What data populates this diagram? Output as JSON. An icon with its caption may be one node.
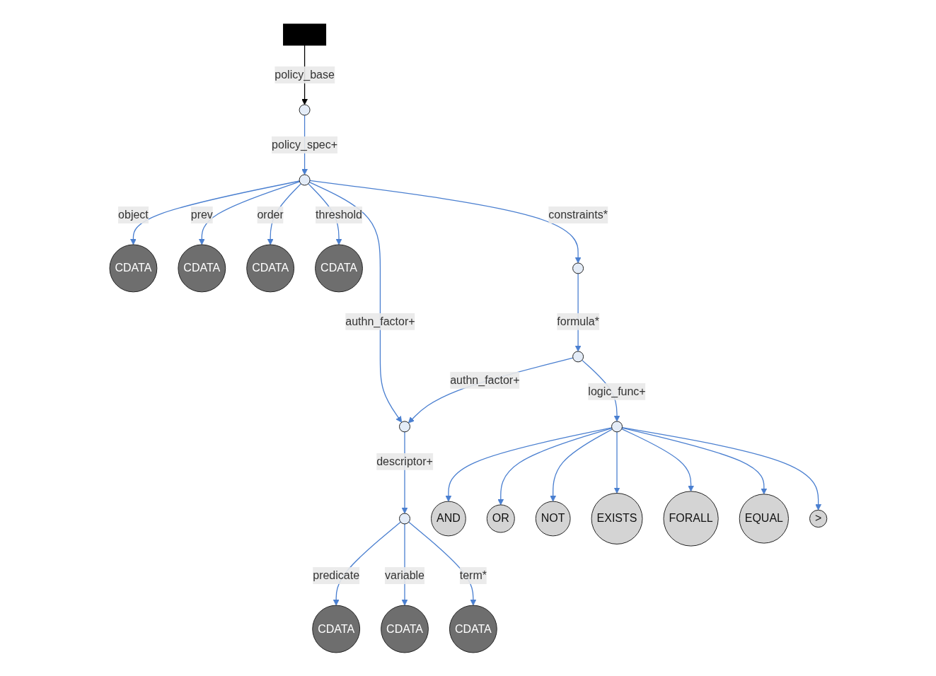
{
  "diagram": {
    "nodes": [
      {
        "text": [],
        "shape": "circle"
      },
      {
        "text": [],
        "shape": "circle"
      },
      {
        "text": [
          "CDATA"
        ]
      },
      {
        "text": [
          "CDATA"
        ]
      },
      {
        "text": [],
        "shape": "circle"
      },
      {
        "text": [
          "CDATA"
        ]
      },
      {
        "text": [
          "CDATA"
        ]
      },
      {
        "text": [],
        "shape": "circle"
      },
      {
        "text": [],
        "shape": "circle"
      },
      {
        "text": [],
        "shape": "circle"
      },
      {
        "text": [
          "CDATA"
        ]
      },
      {
        "text": [
          "CDATA"
        ]
      },
      {
        "text": [
          "CDATA"
        ]
      },
      {
        "text": [],
        "shape": "circle"
      },
      {
        "text": [
          "AND"
        ]
      },
      {
        "text": [
          "OR"
        ]
      },
      {
        "text": [
          "NOT"
        ]
      },
      {
        "text": [
          "EXISTS"
        ]
      },
      {
        "text": [
          "FORALL"
        ]
      },
      {
        "text": [
          "EQUAL"
        ]
      },
      {
        "text": [
          ">"
        ]
      },
      {
        "text": [],
        "shape": "bar"
      }
    ],
    "edges": [
      {
        "from": 21,
        "to": 0,
        "arrow": "to",
        "label": "policy_base",
        "color": "#000000"
      },
      {
        "from": 0,
        "to": 1,
        "arrow": "to",
        "label": "policy_spec+"
      },
      {
        "from": 1,
        "to": 2,
        "arrow": "to",
        "label": "object"
      },
      {
        "from": 1,
        "to": 3,
        "arrow": "to",
        "label": "prev"
      },
      {
        "from": 1,
        "to": 4,
        "arrow": "to",
        "label": "authn_factor+"
      },
      {
        "from": 1,
        "to": 5,
        "arrow": "to",
        "label": "order"
      },
      {
        "from": 1,
        "to": 6,
        "arrow": "to",
        "label": "threshold"
      },
      {
        "from": 1,
        "to": 7,
        "arrow": "to",
        "label": "constraints*"
      },
      {
        "from": 4,
        "to": 8,
        "arrow": "to",
        "label": "descriptor+"
      },
      {
        "from": 7,
        "to": 9,
        "arrow": "to",
        "label": "formula*"
      },
      {
        "from": 9,
        "to": 4,
        "arrow": "to",
        "label": "authn_factor+"
      },
      {
        "from": 8,
        "to": 10,
        "arrow": "to",
        "label": "predicate"
      },
      {
        "from": 8,
        "to": 11,
        "arrow": "to",
        "label": "variable"
      },
      {
        "from": 8,
        "to": 12,
        "arrow": "to",
        "label": "term*"
      },
      {
        "from": 9,
        "to": 13,
        "arrow": "to",
        "label": "logic_func+"
      },
      {
        "from": 13,
        "to": 14,
        "arrow": "to"
      },
      {
        "from": 13,
        "to": 15,
        "arrow": "to"
      },
      {
        "from": 13,
        "to": 16,
        "arrow": "to"
      },
      {
        "from": 13,
        "to": 17,
        "arrow": "to"
      },
      {
        "from": 13,
        "to": 18,
        "arrow": "to"
      },
      {
        "from": 13,
        "to": 19,
        "arrow": "to"
      },
      {
        "from": 13,
        "to": 20,
        "arrow": "to"
      }
    ]
  }
}
